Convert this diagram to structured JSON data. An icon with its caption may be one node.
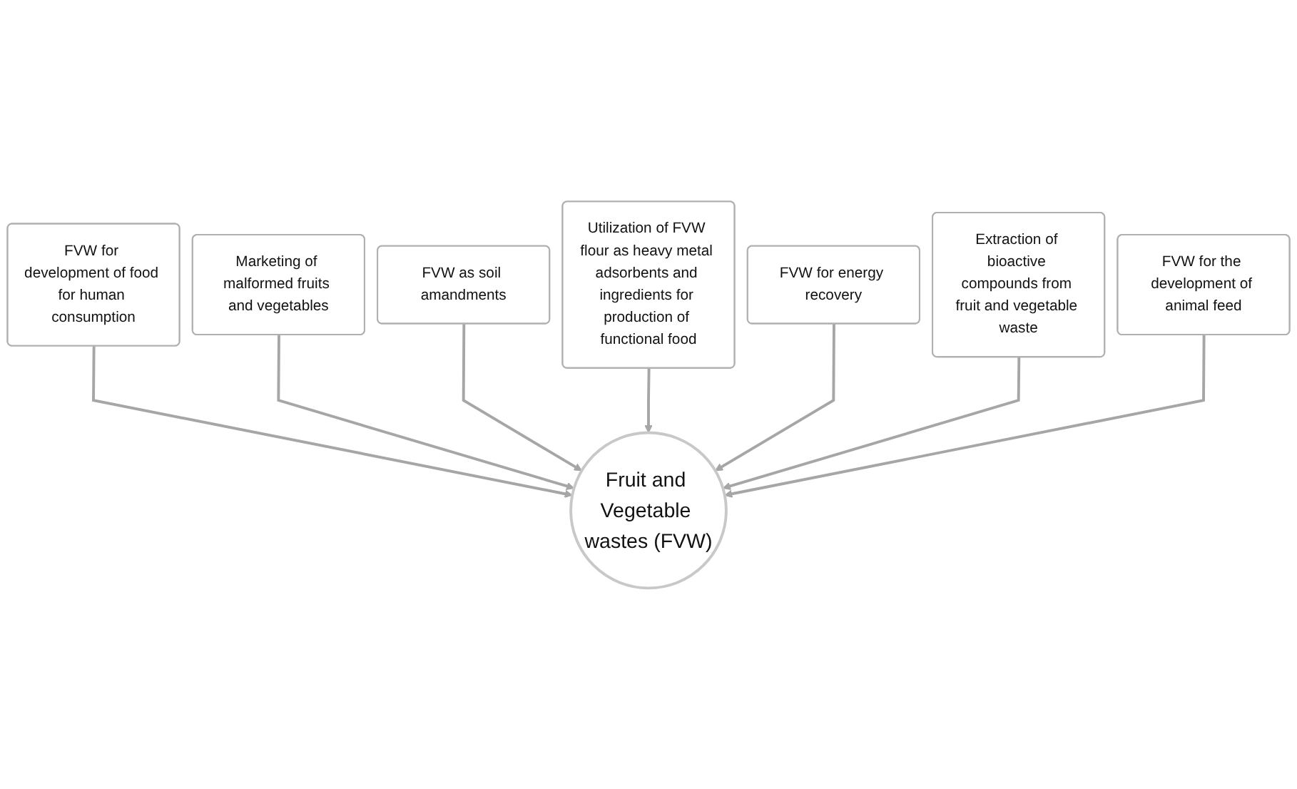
{
  "diagram": {
    "nodes": [
      {
        "text": [
          "FVW for development of food for human consumption"
        ]
      },
      {
        "text": [
          "Marketing of malformed fruits and vegetables"
        ]
      },
      {
        "text": [
          "FVW as soil amandments"
        ]
      },
      {
        "text": [
          "Utilization of FVW flour as heavy metal adsorbents and ingredients for production of functional food"
        ]
      },
      {
        "text": [
          "FVW for energy recovery"
        ]
      },
      {
        "text": [
          "Extraction of bioactive compounds from fruit and vegetable waste"
        ]
      },
      {
        "text": [
          "FVW for the development of animal feed"
        ]
      },
      {
        "text": [
          "Fruit and Vegetable wastes (FVW)"
        ]
      }
    ],
    "edges": [
      {
        "from": 0,
        "to": 7,
        "arrow": "to"
      },
      {
        "from": 1,
        "to": 7,
        "arrow": "to"
      },
      {
        "from": 2,
        "to": 7,
        "arrow": "to"
      },
      {
        "from": 3,
        "to": 7,
        "arrow": "to"
      },
      {
        "from": 4,
        "to": 7,
        "arrow": "to"
      },
      {
        "from": 5,
        "to": 7,
        "arrow": "to"
      },
      {
        "from": 6,
        "to": 7,
        "arrow": "to"
      }
    ]
  }
}
